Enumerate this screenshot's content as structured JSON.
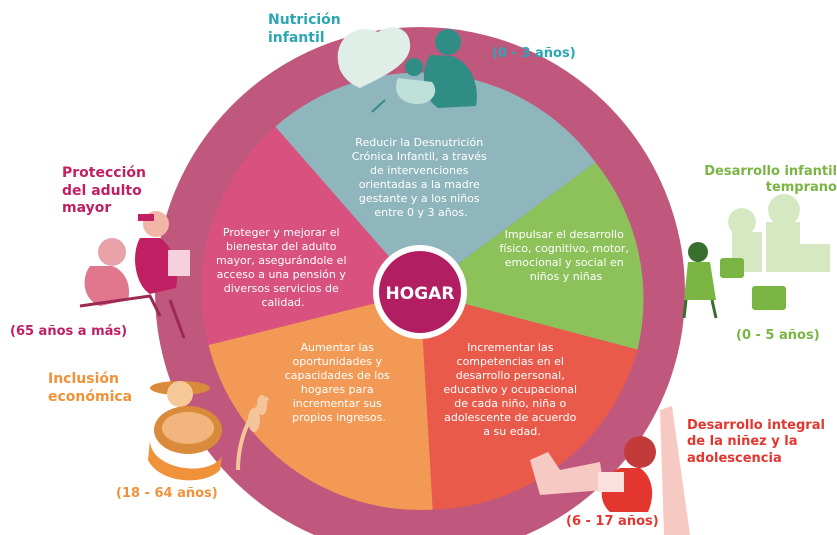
{
  "center": {
    "label": "HOGAR"
  },
  "colors": {
    "outer_ring": "#c0587e",
    "teal": "#8fb6bd",
    "green": "#8dc25a",
    "red": "#ea5a4a",
    "orange": "#f29a55",
    "pink": "#d8517f",
    "magenta": "#b21e62",
    "label_teal": "#2aa6b5",
    "label_green": "#7ab543",
    "label_red": "#e2362f",
    "label_orange": "#f0923a",
    "label_magenta": "#c01f63"
  },
  "segments": [
    {
      "id": "nutricion",
      "lines": [
        "Reducir la Desnutrición",
        "Crónica Infantil, a través",
        "de intervenciones",
        "orientadas a la madre",
        "gestante y a los niños",
        "entre 0 y 3 años."
      ],
      "title_lines": [
        "Nutrición",
        "infantil"
      ],
      "age": "(0 - 3 años)"
    },
    {
      "id": "desarrollo-temprano",
      "lines": [
        "Impulsar el desarrollo",
        "físico, cognitivo, motor,",
        "emocional y social en",
        "niños y niñas"
      ],
      "title_lines": [
        "Desarrollo infantil",
        "temprano"
      ],
      "age": "(0 - 5 años)"
    },
    {
      "id": "desarrollo-integral",
      "lines": [
        "Incrementar las",
        "competencias en el",
        "desarrollo personal,",
        "educativo y ocupacional",
        "de cada niño, niña o",
        "adolescente de acuerdo",
        "a su edad."
      ],
      "title_lines": [
        "Desarrollo integral",
        "de la niñez y la",
        "adolescencia"
      ],
      "age": "(6 - 17 años)"
    },
    {
      "id": "inclusion",
      "lines": [
        "Aumentar las",
        "oportunidades y",
        "capacidades de los",
        "hogares para",
        "incrementar sus",
        "propios ingresos."
      ],
      "title_lines": [
        "Inclusión",
        "económica"
      ],
      "age": "(18 - 64 años)"
    },
    {
      "id": "adulto-mayor",
      "lines": [
        "Proteger y mejorar el",
        "bienestar del adulto",
        "mayor, asegurándole el",
        "acceso a una pensión y",
        "diversos servicios de",
        "calidad."
      ],
      "title_lines": [
        "Protección",
        "del adulto",
        "mayor"
      ],
      "age": "(65 años a más)"
    }
  ]
}
